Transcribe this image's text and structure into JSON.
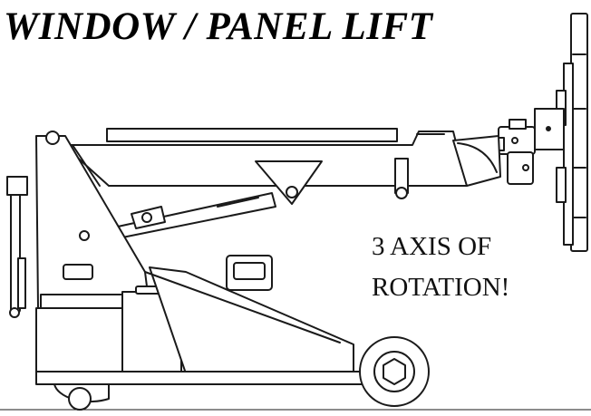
{
  "title": "WINDOW / PANEL LIFT",
  "callout": {
    "line1": "3 AXIS OF",
    "line2": "ROTATION!"
  },
  "colors": {
    "line": "#1a1a1a",
    "fill": "#ffffff",
    "text": "#000000"
  }
}
